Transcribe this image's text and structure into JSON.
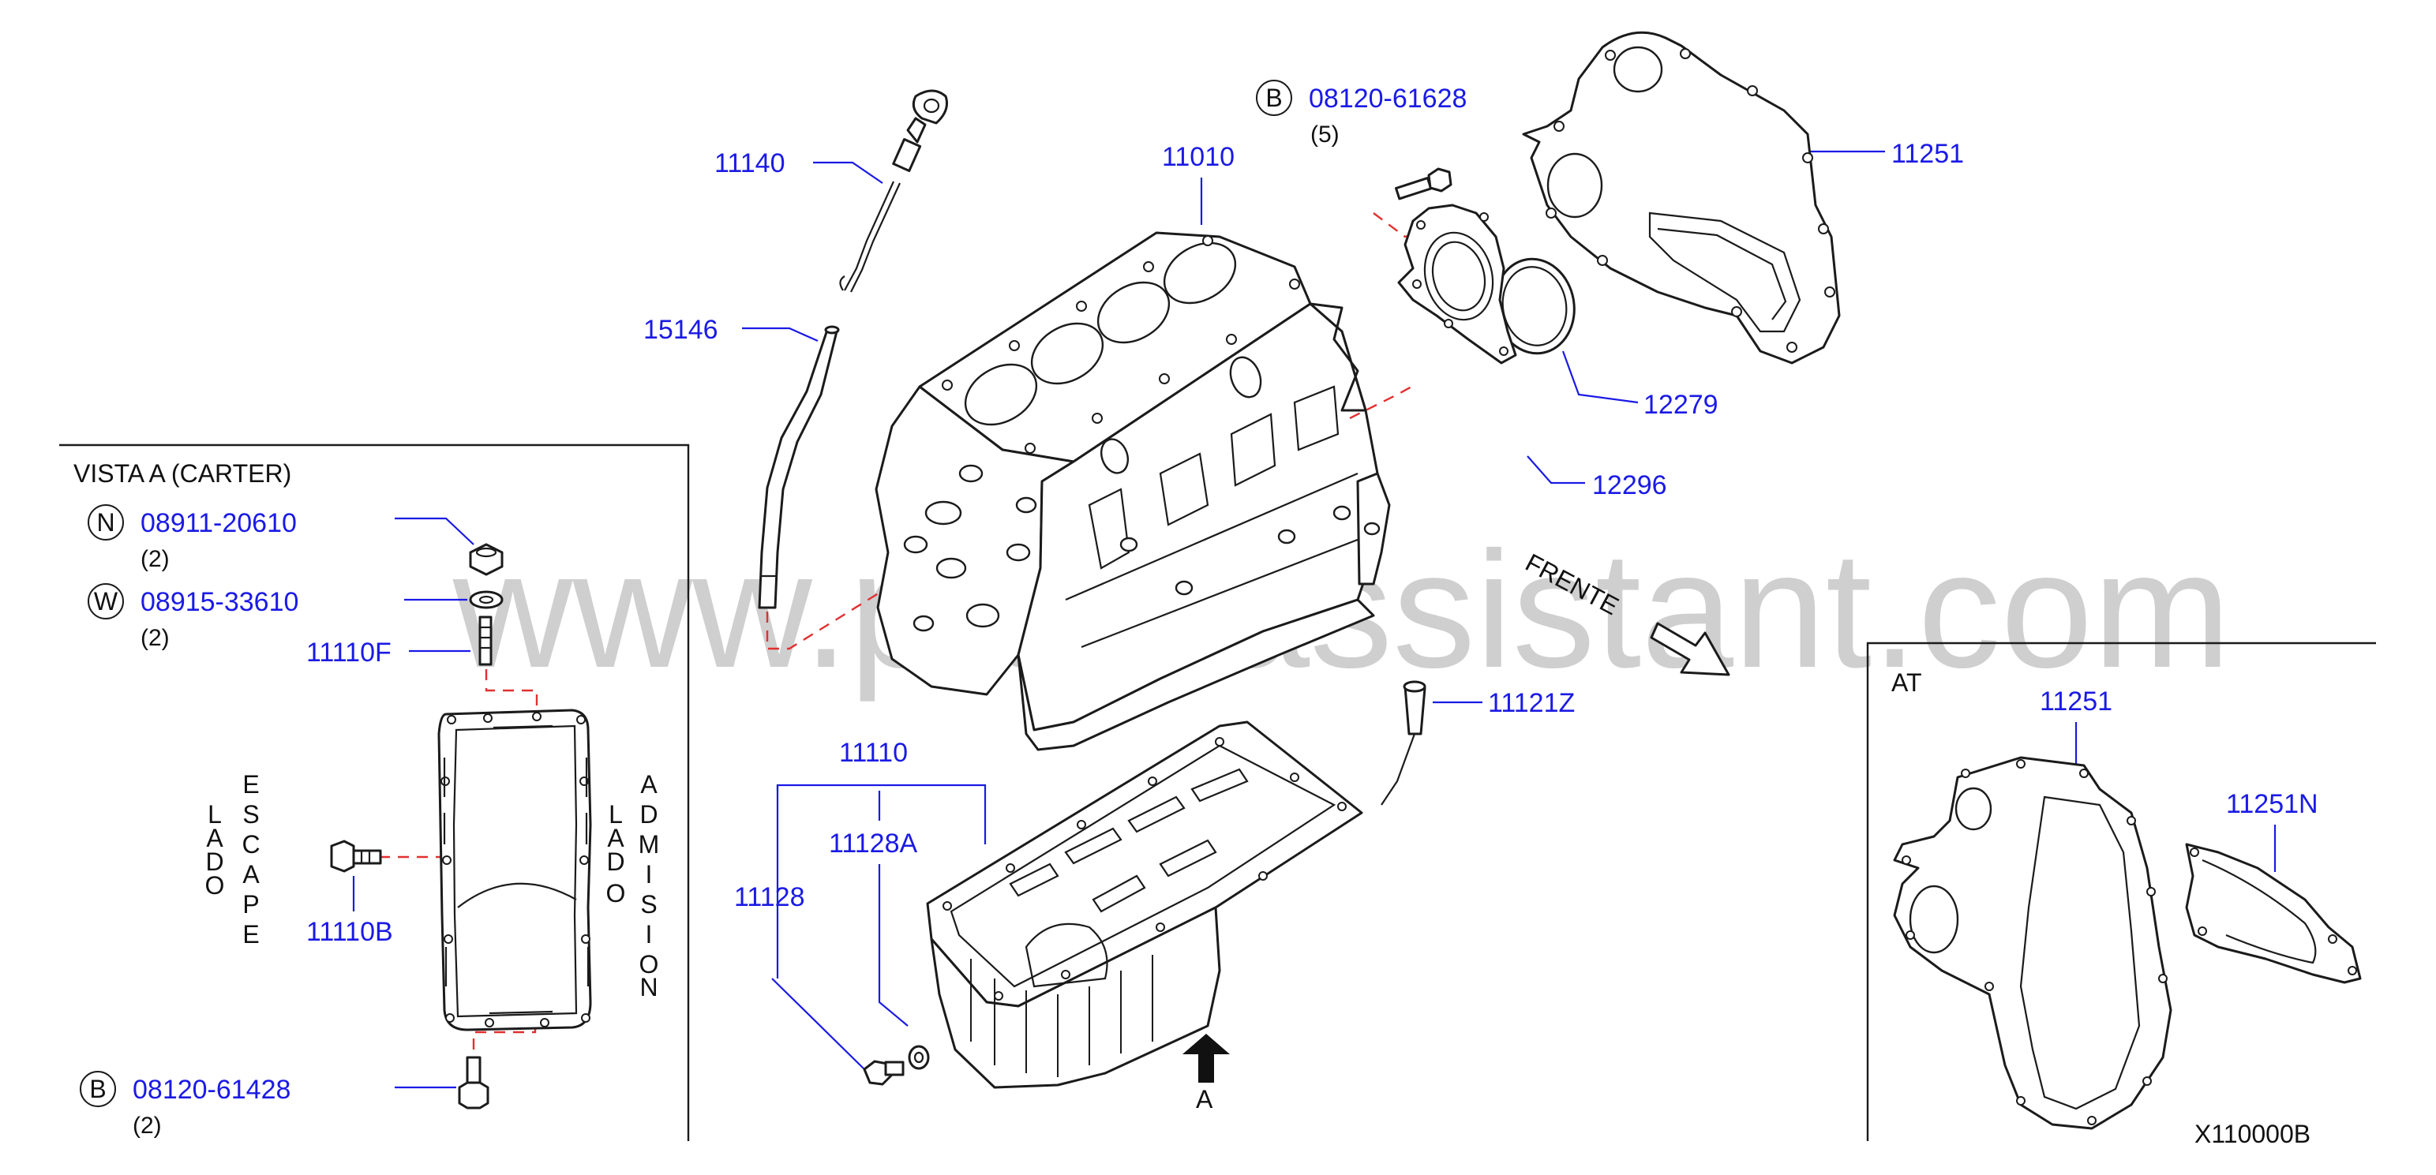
{
  "watermark": "www.partsassistant.com",
  "callouts": {
    "p11140": "11140",
    "p15146": "15146",
    "p11010": "11010",
    "p08120_61628": "08120-61628",
    "p08120_61628_badge": "B",
    "p08120_61628_qty": "(5)",
    "p11251": "11251",
    "p12279": "12279",
    "p12296": "12296",
    "p11121Z": "11121Z",
    "p11110": "11110",
    "p11128A": "11128A",
    "p11128": "11128"
  },
  "frente_label": "FRENTE",
  "arrow_a_label": "A",
  "view_a": {
    "title": "VISTA  A  (CARTER)",
    "nut": {
      "badge": "N",
      "part": "08911-20610",
      "qty": "(2)"
    },
    "washer": {
      "badge": "W",
      "part": "08915-33610",
      "qty": "(2)"
    },
    "stud": "11110F",
    "bolt": "11110B",
    "bottom_bolt": {
      "badge": "B",
      "part": "08120-61428",
      "qty": "(2)"
    },
    "side_left": [
      "L",
      "A",
      "D",
      "O"
    ],
    "side_left2": [
      "E",
      "S",
      "C",
      "A",
      "P",
      "E"
    ],
    "side_right": [
      "L",
      "A",
      "D",
      "O"
    ],
    "side_right2": [
      "A",
      "D",
      "M",
      "I",
      "S",
      "I",
      "O",
      "N"
    ]
  },
  "at_box": {
    "title": "AT",
    "p11251": "11251",
    "p11251N": "11251N"
  },
  "diagram_code": "X110000B",
  "colors": {
    "callout": "#1a1ae6",
    "leader_dash": "#e23030",
    "line": "#1b1b1b",
    "watermark": "#cfcfcf"
  }
}
